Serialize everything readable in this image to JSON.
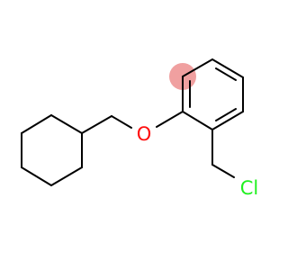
{
  "molecule": {
    "atoms": [
      {
        "id": "oxygen",
        "symbol": "O",
        "color": "#ff0d0d"
      },
      {
        "id": "chlorine",
        "symbol": "Cl",
        "color": "#1ff01f"
      }
    ],
    "highlight_color": "#f0a0a0",
    "bond_color": "#000000"
  }
}
